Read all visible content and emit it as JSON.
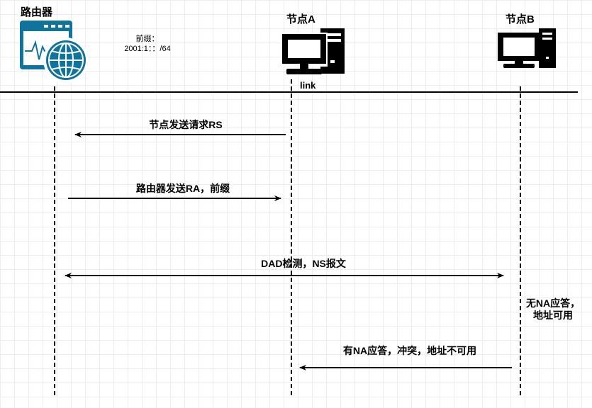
{
  "nodes": {
    "router": {
      "title": "路由器",
      "prefix_label": "前缀：",
      "prefix_value": "2001:1：：/64"
    },
    "node_a": {
      "title": "节点A"
    },
    "node_b": {
      "title": "节点B"
    }
  },
  "link_label": "link",
  "messages": {
    "rs": "节点发送请求RS",
    "ra": "路由器发送RA，前缀",
    "dad": "DAD检测，NS报文",
    "conflict": "有NA应答，冲突，地址不可用"
  },
  "note_no_na": "无NA应答，地址可用",
  "colors": {
    "router_icon": "#10739e",
    "line": "#000000",
    "grid": "#ededed"
  }
}
